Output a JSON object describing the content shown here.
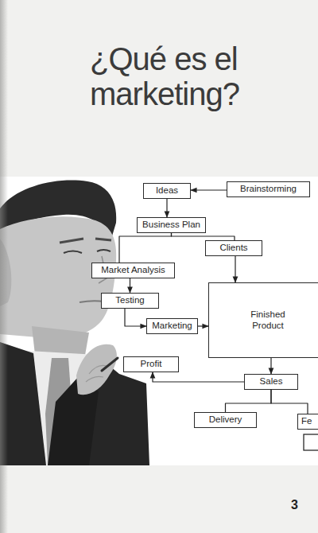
{
  "diagram": {
    "title": "¿Qué es el marketing?",
    "nodes": [
      {
        "text": [
          "Ideas"
        ]
      },
      {
        "text": [
          "Brainstorming"
        ]
      },
      {
        "text": [
          "Business Plan"
        ]
      },
      {
        "text": [
          "Clients"
        ]
      },
      {
        "text": [
          "Market Analysis"
        ]
      },
      {
        "text": [
          "Testing"
        ]
      },
      {
        "text": [
          "Marketing"
        ]
      },
      {
        "text": [
          "Finished Product"
        ]
      },
      {
        "text": [
          "Profit"
        ]
      },
      {
        "text": [
          "Sales"
        ]
      },
      {
        "text": [
          "Delivery"
        ]
      },
      {
        "text": [
          "Fe"
        ]
      }
    ],
    "edges": [
      {
        "from": 1,
        "to": 0,
        "arrow": "to"
      },
      {
        "from": 0,
        "to": 2,
        "arrow": "to"
      },
      {
        "from": 2,
        "to": 4,
        "arrow": "none"
      },
      {
        "from": 2,
        "to": 3,
        "arrow": "none"
      },
      {
        "from": 3,
        "to": 7,
        "arrow": "to"
      },
      {
        "from": 4,
        "to": 5,
        "arrow": "to"
      },
      {
        "from": 5,
        "to": 6,
        "arrow": "to"
      },
      {
        "from": 6,
        "to": 7,
        "arrow": "to"
      },
      {
        "from": 7,
        "to": 9,
        "arrow": "to"
      },
      {
        "from": 9,
        "to": 8,
        "arrow": "to"
      },
      {
        "from": 9,
        "to": 10,
        "arrow": "none"
      },
      {
        "from": 9,
        "to": 11,
        "arrow": "none"
      }
    ],
    "labels": [
      "3"
    ]
  }
}
